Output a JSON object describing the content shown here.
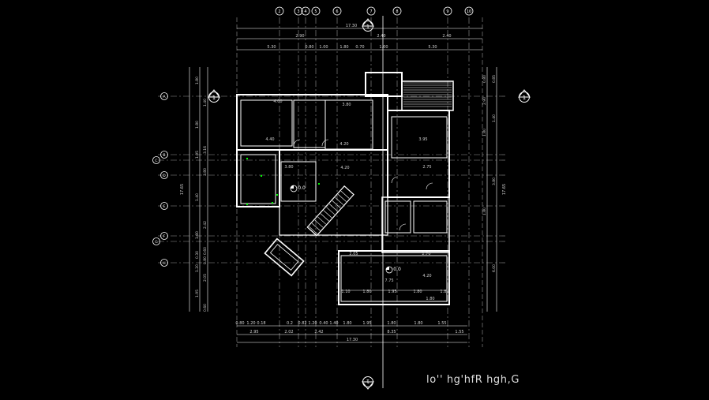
{
  "colors": {
    "background": "#000000",
    "line": "#ffffff",
    "dim": "#cfcfcf",
    "accent": "#00ff00"
  },
  "drawing": {
    "caption": "lo'' hg'hfR hgh,G",
    "top_grid_labels": [
      "2",
      "3",
      "4",
      "5",
      "6",
      "7",
      "8",
      "9",
      "10"
    ],
    "side_grid_labels": [
      "A",
      "B",
      "C",
      "D",
      "E",
      "F",
      "G",
      "H"
    ],
    "top_dims": {
      "overall": "17.30",
      "row2": [
        "2.90",
        "2.40",
        "2.40"
      ],
      "row3": [
        "5.30",
        "0.80",
        "1.00",
        "1.80",
        "0.70",
        "1.00",
        "5.30"
      ]
    },
    "bottom_dims": {
      "row1": [
        "0.80",
        "1.20",
        "0.18",
        "0.2",
        "0.82",
        "1.20",
        "0.40",
        "1.40",
        "1.80",
        "1.95",
        "1.80",
        "1.80",
        "1.55"
      ],
      "row2": [
        "2.95",
        "2.02",
        "2.42",
        "8.35",
        "1.55"
      ],
      "overall": "17.30"
    },
    "left_dims": [
      "1.80",
      "1.40",
      "1.80",
      "3.16",
      "1.95",
      "3.80",
      "1.40",
      "2.42",
      "1.80",
      "0.60",
      "0.30",
      "0.80",
      "1.20",
      "2.05",
      "1.95",
      "0.60"
    ],
    "left_overall": "17.65",
    "right_dims": [
      "0.80",
      "0.85",
      "2.90",
      "1.40",
      "1.80",
      "3.80",
      "1.80",
      "6.00"
    ],
    "right_overall": "17.65",
    "room_labels": [
      "4.00",
      "3.80",
      "4.40",
      "4.20",
      "3.95",
      "3.80",
      "4.20",
      "2.75",
      "2.05",
      "2.70",
      "7.75",
      "4.20",
      "1.10",
      "1.80",
      "1.95",
      "1.80",
      "1.80",
      "1.80"
    ],
    "level_marks": [
      "0.0",
      "0.0"
    ],
    "section_marks": [
      "1",
      "1",
      "1",
      "1"
    ]
  }
}
